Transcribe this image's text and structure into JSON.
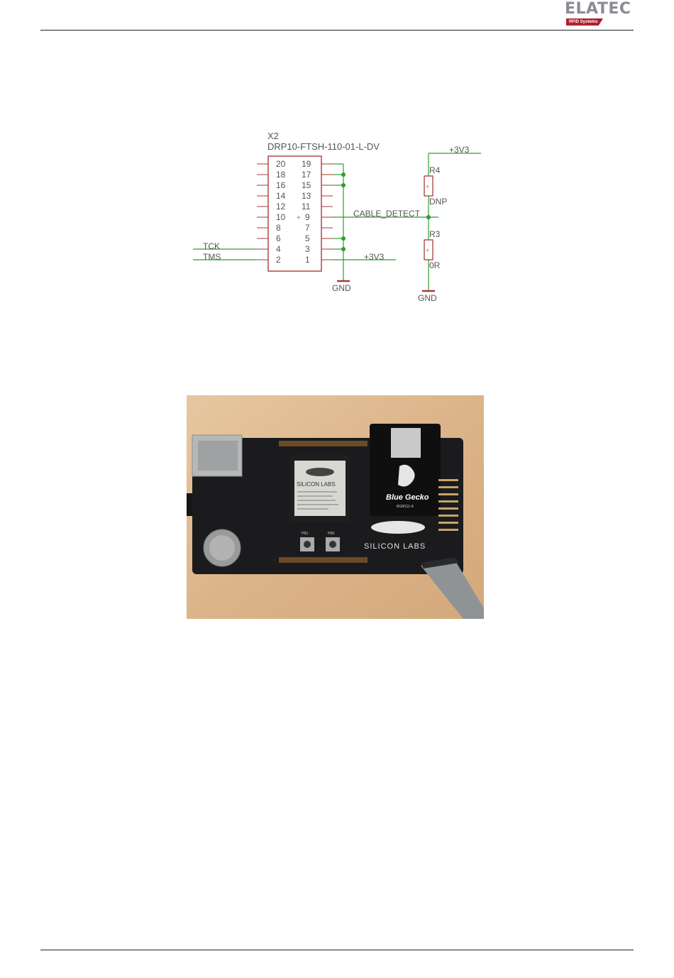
{
  "header": {
    "logo_text": "ELATEC",
    "logo_subtext": "RFID Systems",
    "brand_color": "#b11f2c",
    "logo_gray": "#8a8d93"
  },
  "schematic": {
    "connector_ref": "X2",
    "connector_part": "DRP10-FTSH-110-01-L-DV",
    "left_pins": [
      "20",
      "18",
      "16",
      "14",
      "12",
      "10",
      "8",
      "6",
      "4",
      "2"
    ],
    "right_pins": [
      "19",
      "17",
      "15",
      "13",
      "11",
      "9",
      "7",
      "5",
      "3",
      "1"
    ],
    "net_tck": "TCK",
    "net_tms": "TMS",
    "net_cable_detect": "CABLE_DETECT",
    "net_3v3_pin1": "+3V3",
    "net_3v3_top": "+3V3",
    "gnd_left": "GND",
    "gnd_right": "GND",
    "r4_ref": "R4",
    "r4_value": "DNP",
    "r3_ref": "R3",
    "r3_value": "0R",
    "wire_color": "#2e9e2e",
    "part_color": "#a83a3a"
  },
  "photo": {
    "brand_top": "SILICON LABS",
    "screen_line": "SILICON LABS",
    "module_name": "Blue Gecko",
    "module_part": "BGM111-A",
    "button_left": "PB1",
    "button_right": "PB0",
    "brand_bottom": "SILICON LABS"
  }
}
